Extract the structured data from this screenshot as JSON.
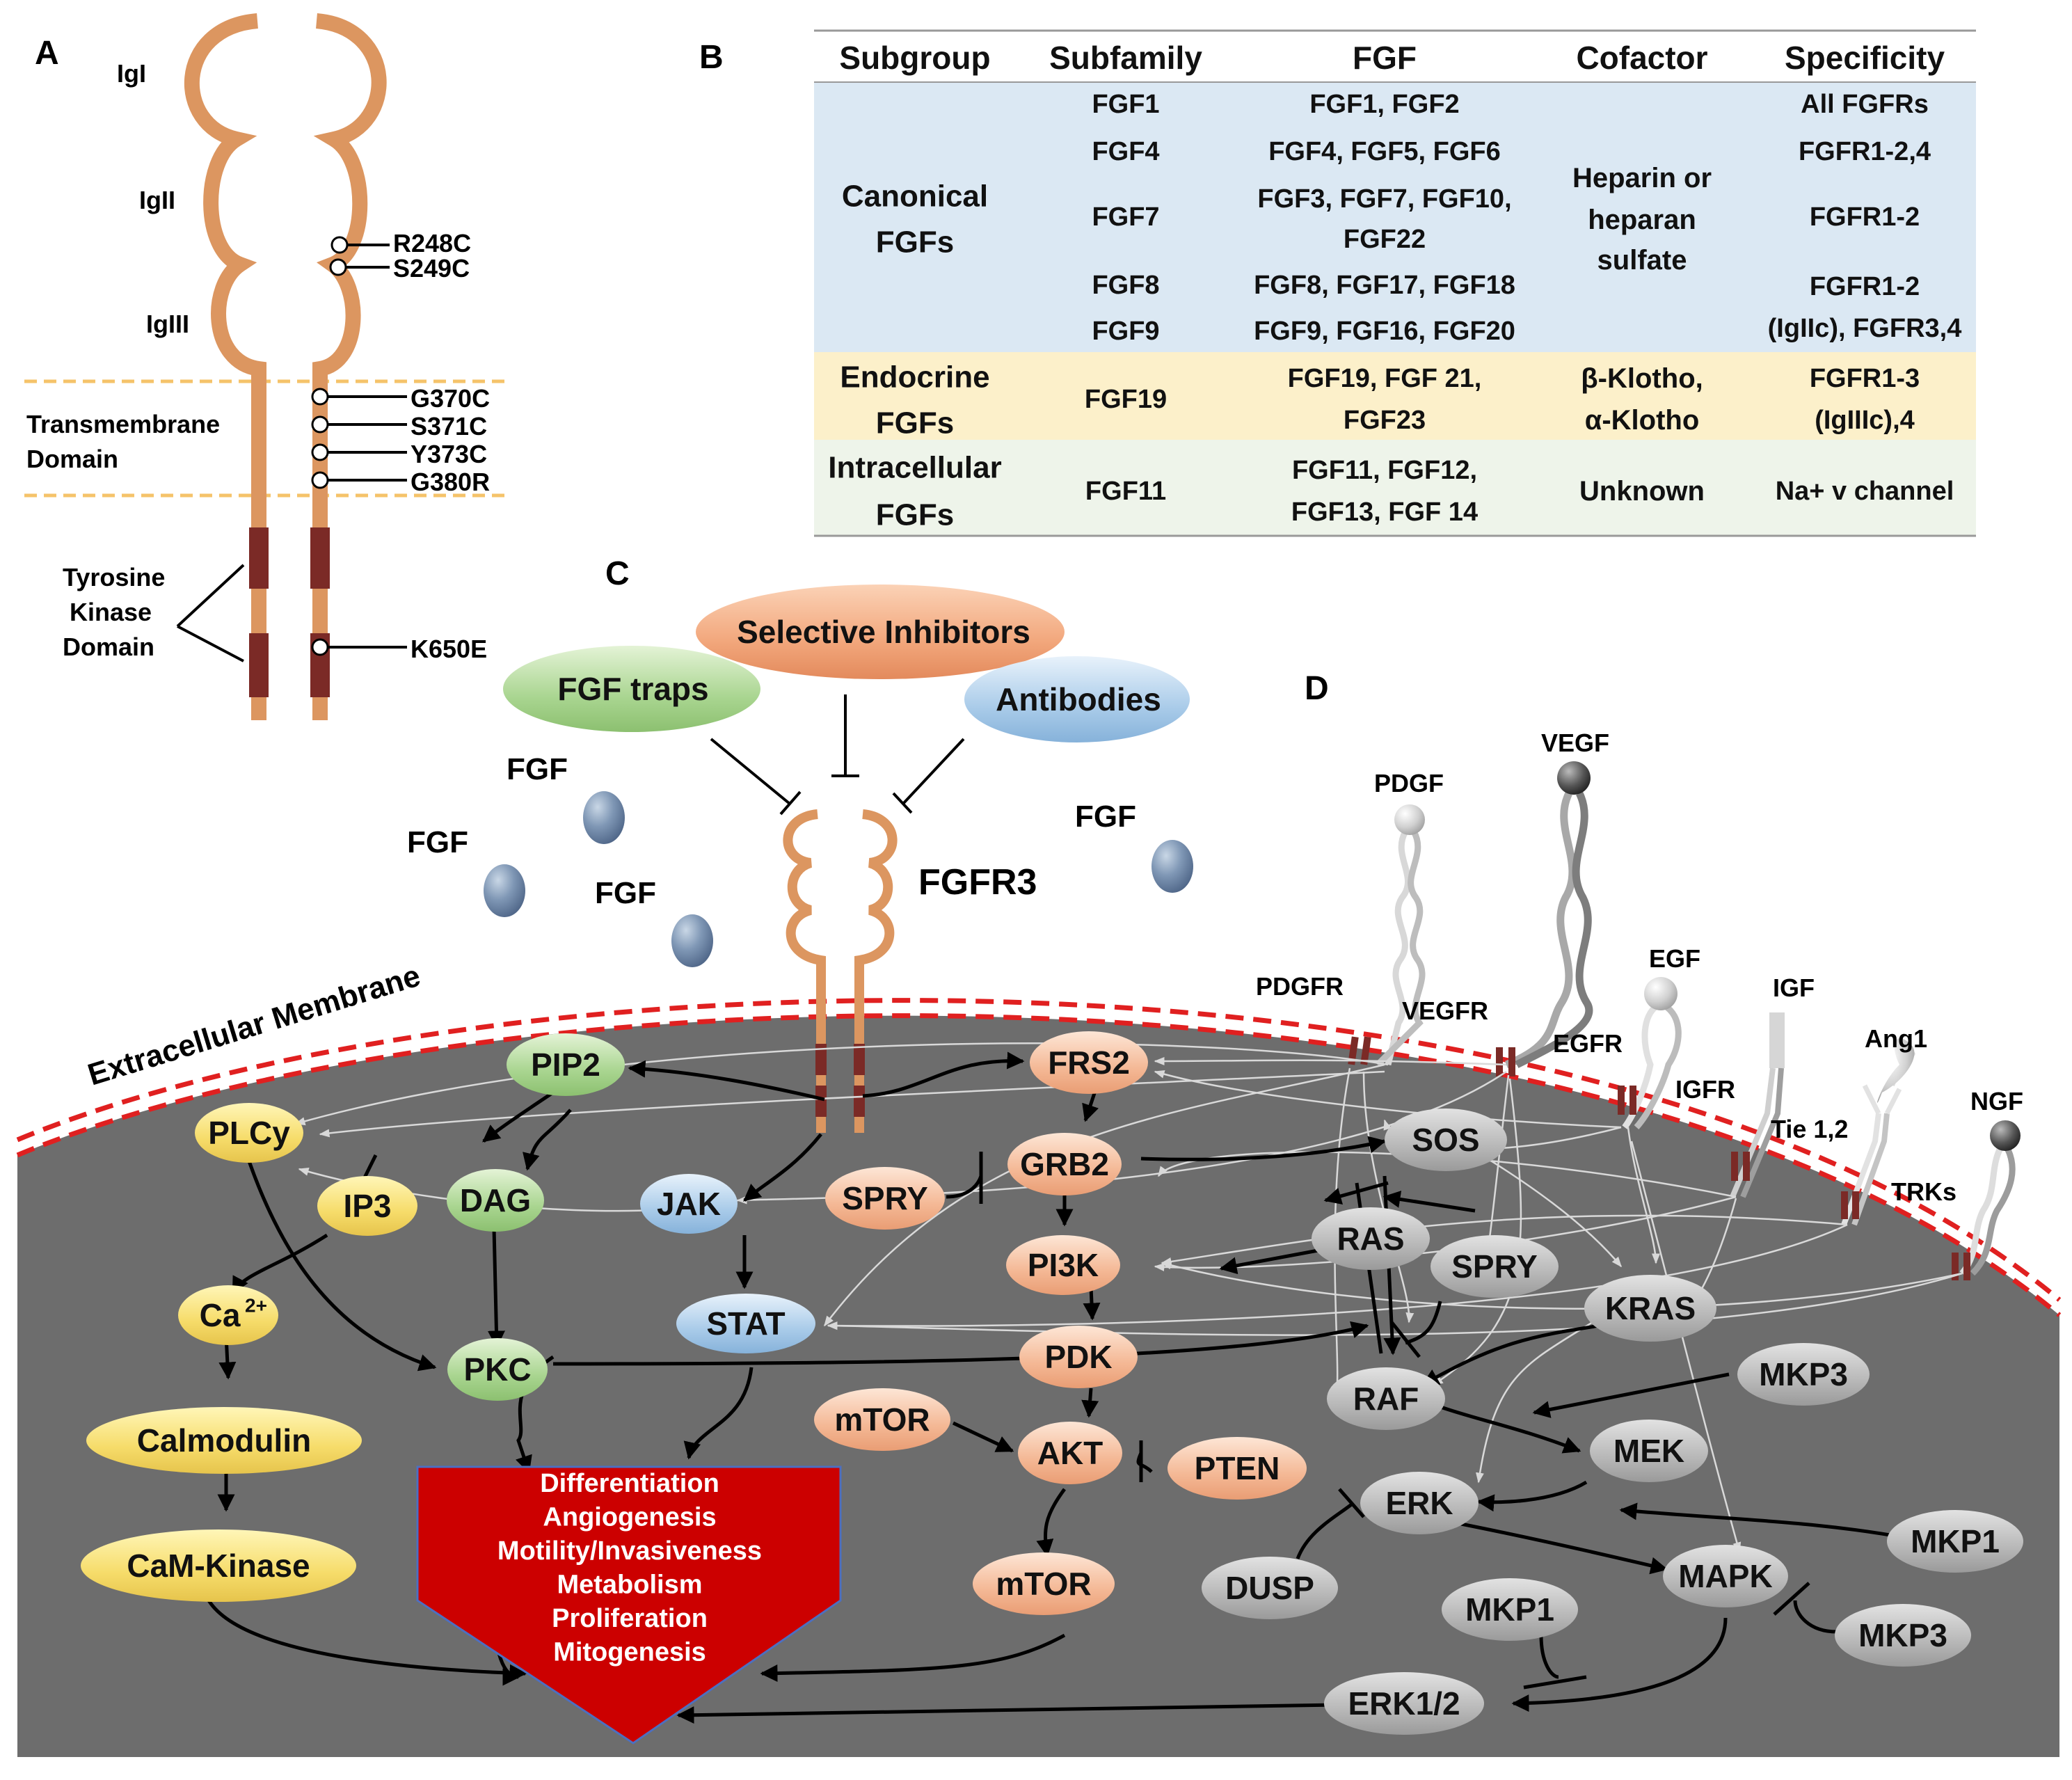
{
  "panels": {
    "a": "A",
    "b": "B",
    "c": "C",
    "d": "D"
  },
  "panel_a": {
    "domains": {
      "igi": "IgI",
      "igii": "IgII",
      "igiii": "IgIII",
      "tm_line1": "Transmembrane",
      "tm_line2": "Domain",
      "tk_line1": "Tyrosine",
      "tk_line2": "Kinase",
      "tk_line3": "Domain"
    },
    "mutations": [
      "R248C",
      "S249C",
      "G370C",
      "S371C",
      "Y373C",
      "G380R",
      "K650E"
    ]
  },
  "table": {
    "headers": [
      "Subgroup",
      "Subfamily",
      "FGF",
      "Cofactor",
      "Specificity"
    ],
    "canonical": {
      "subgroup": [
        "Canonical",
        "FGFs"
      ],
      "subfamilies": [
        "FGF1",
        "FGF4",
        "FGF7",
        "FGF8",
        "FGF9"
      ],
      "fgfs": [
        "FGF1, FGF2",
        "FGF4, FGF5, FGF6",
        "FGF3, FGF7, FGF10,",
        "FGF22",
        "FGF8, FGF17, FGF18",
        "FGF9, FGF16, FGF20"
      ],
      "cofactor": [
        "Heparin or",
        "heparan",
        "sulfate"
      ],
      "specificity": [
        "All FGFRs",
        "FGFR1-2,4",
        "FGFR1-2",
        "FGFR1-2",
        "(IgIIc), FGFR3,4"
      ]
    },
    "endocrine": {
      "subgroup": [
        "Endocrine",
        "FGFs"
      ],
      "subfamily": "FGF19",
      "fgfs": [
        "FGF19, FGF 21,",
        "FGF23"
      ],
      "cofactor": [
        "β-Klotho,",
        "α-Klotho"
      ],
      "specificity": [
        "FGFR1-3",
        "(IgIIIc),4"
      ]
    },
    "intracellular": {
      "subgroup": [
        "Intracellular",
        "FGFs"
      ],
      "subfamily": "FGF11",
      "fgfs": [
        "FGF11, FGF12,",
        "FGF13, FGF 14"
      ],
      "cofactor": "Unknown",
      "specificity": "Na+ v channel"
    }
  },
  "panel_c": {
    "inhibitors": {
      "selective": "Selective Inhibitors",
      "traps": "FGF traps",
      "antibodies": "Antibodies"
    },
    "ligand_label": "FGF",
    "receptor": "FGFR3",
    "membrane": "Extracellular Membrane"
  },
  "panel_d": {
    "ligands": {
      "pdgf": "PDGF",
      "vegf": "VEGF",
      "egf": "EGF",
      "igf": "IGF",
      "ang1": "Ang1",
      "ngf": "NGF"
    },
    "receptors": {
      "pdgfr": "PDGFR",
      "vegfr": "VEGFR",
      "egfr": "EGFR",
      "igfr": "IGFR",
      "tie": "Tie 1,2",
      "trks": "TRKs"
    }
  },
  "nodes": {
    "pip2": "PIP2",
    "plcy": "PLCy",
    "ip3": "IP3",
    "dag": "DAG",
    "jak": "JAK",
    "ca": "Ca",
    "ca_sup": "2+",
    "calmodulin": "Calmodulin",
    "camk": "CaM-Kinase",
    "pkc": "PKC",
    "stat": "STAT",
    "frs2": "FRS2",
    "grb2": "GRB2",
    "spry1": "SPRY",
    "pi3k": "PI3K",
    "pdk": "PDK",
    "mtor1": "mTOR",
    "akt": "AKT",
    "pten": "PTEN",
    "mtor2": "mTOR",
    "sos": "SOS",
    "ras": "RAS",
    "spry2": "SPRY",
    "kras": "KRAS",
    "raf": "RAF",
    "mkp3a": "MKP3",
    "mek": "MEK",
    "erk": "ERK",
    "dusp": "DUSP",
    "mapk": "MAPK",
    "mkp1a": "MKP1",
    "mkp1b": "MKP1",
    "mkp3b": "MKP3",
    "erk12": "ERK1/2"
  },
  "outcomes": [
    "Differentiation",
    "Angiogenesis",
    "Motility/Invasiveness",
    "Metabolism",
    "Proliferation",
    "Mitogenesis"
  ]
}
